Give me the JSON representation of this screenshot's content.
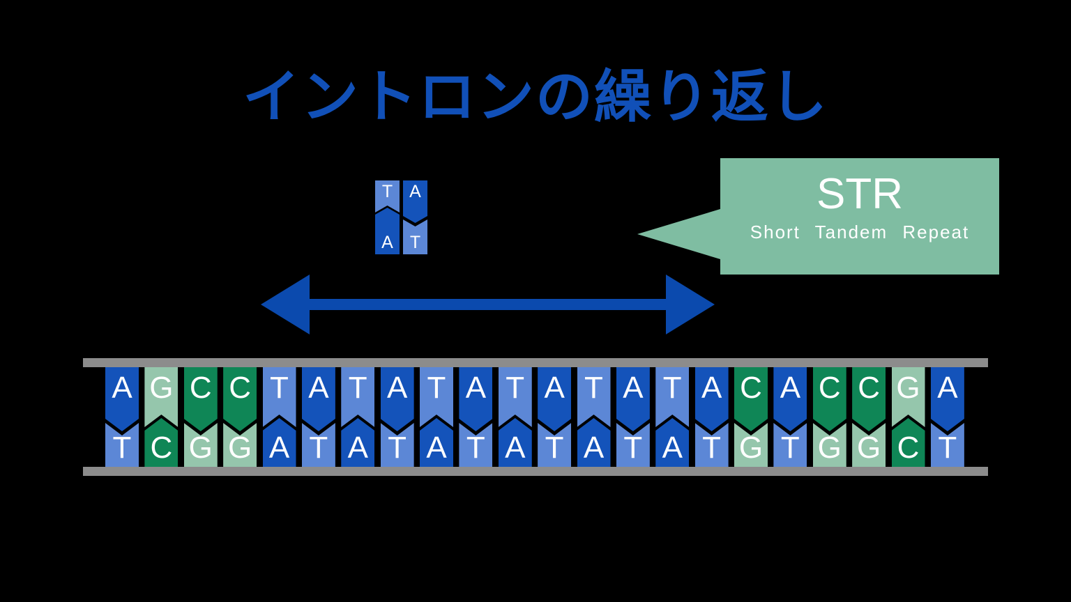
{
  "title": {
    "text": "イントロンの繰り返し"
  },
  "callout": {
    "abbr": "STR",
    "full": "Short Tandem Repeat"
  },
  "mini_pair": [
    {
      "top": "T",
      "bottom": "A"
    },
    {
      "top": "A",
      "bottom": "T"
    }
  ],
  "dna_strip": {
    "top_strand": [
      "A",
      "G",
      "C",
      "C",
      "T",
      "A",
      "T",
      "A",
      "T",
      "A",
      "T",
      "A",
      "T",
      "A",
      "T",
      "A",
      "C",
      "A",
      "C",
      "C",
      "G",
      "A"
    ],
    "bottom_strand": [
      "T",
      "C",
      "G",
      "G",
      "A",
      "T",
      "A",
      "T",
      "A",
      "T",
      "A",
      "T",
      "A",
      "T",
      "A",
      "T",
      "G",
      "T",
      "G",
      "G",
      "C",
      "T"
    ]
  },
  "colors": {
    "background": "#000000",
    "title_blue": "#1150b8",
    "arrow_blue": "#0b4aae",
    "callout_green": "#7fbda2",
    "backbone_gray": "#8c8c8c",
    "letter_white": "#ffffff",
    "base_A": "#1453ba",
    "base_T": "#5c87d6",
    "base_G": "#95c6ac",
    "base_C": "#0f8656"
  }
}
